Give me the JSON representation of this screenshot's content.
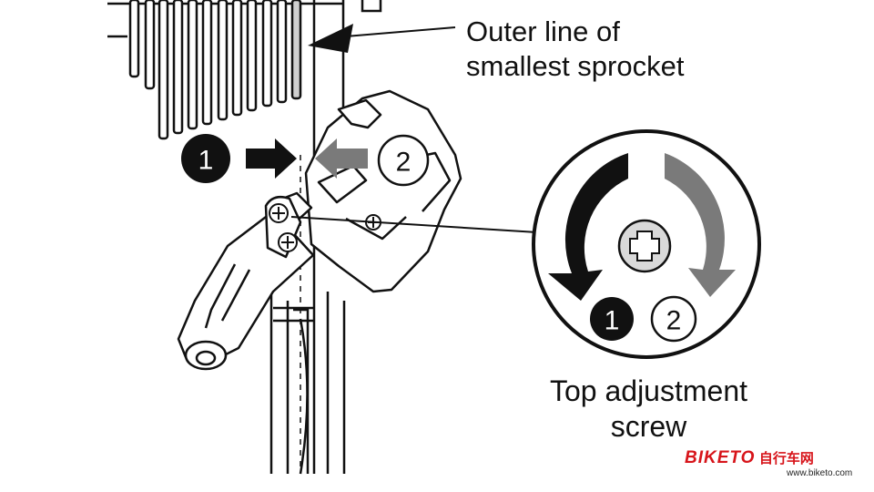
{
  "labels": {
    "outer_line": "Outer line of\nsmallest sprocket",
    "top_screw": "Top adjustment\nscrew"
  },
  "steps": {
    "step1": "1",
    "step2": "2"
  },
  "watermark": {
    "brand": "BIKETO",
    "chinese": "自行车网",
    "url": "www.biketo.com"
  },
  "colors": {
    "ink": "#111111",
    "step1_arrow": "#111111",
    "step2_arrow": "#7a7a7a",
    "watermark": "#d7141a"
  }
}
